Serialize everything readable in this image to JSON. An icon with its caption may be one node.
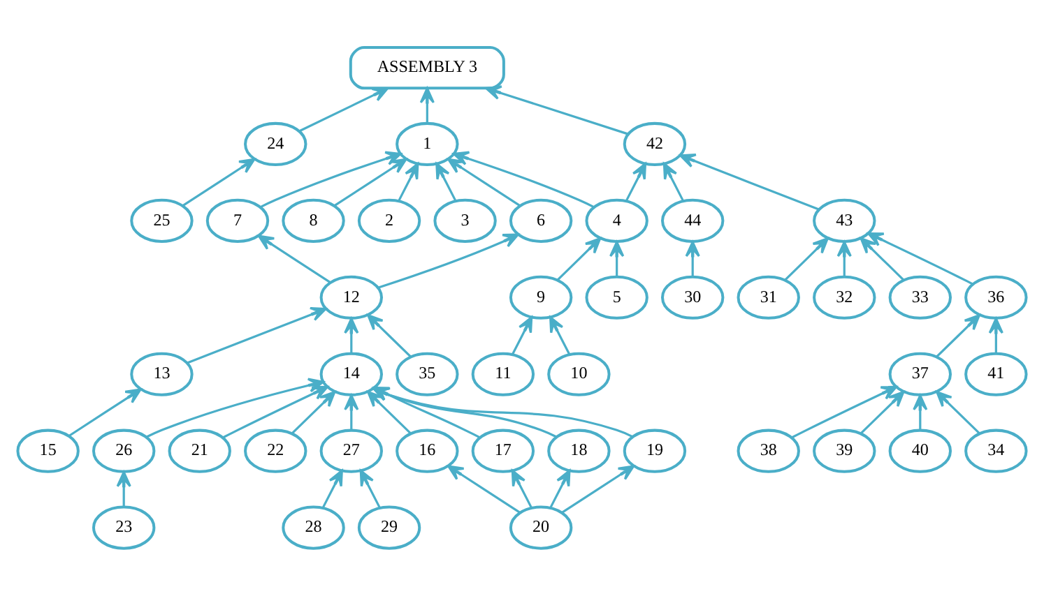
{
  "diagram": {
    "nodes": [
      {
        "text": [
          "ASSEMBLY 3"
        ]
      },
      {
        "text": [
          "24"
        ]
      },
      {
        "text": [
          "1"
        ]
      },
      {
        "text": [
          "42"
        ]
      },
      {
        "text": [
          "25"
        ]
      },
      {
        "text": [
          "8"
        ]
      },
      {
        "text": [
          "2"
        ]
      },
      {
        "text": [
          "3"
        ]
      },
      {
        "text": [
          "7"
        ]
      },
      {
        "text": [
          "6"
        ]
      },
      {
        "text": [
          "4"
        ]
      },
      {
        "text": [
          "43"
        ]
      },
      {
        "text": [
          "44"
        ]
      },
      {
        "text": [
          "12"
        ]
      },
      {
        "text": [
          "5"
        ]
      },
      {
        "text": [
          "9"
        ]
      },
      {
        "text": [
          "31"
        ]
      },
      {
        "text": [
          "32"
        ]
      },
      {
        "text": [
          "33"
        ]
      },
      {
        "text": [
          "36"
        ]
      },
      {
        "text": [
          "30"
        ]
      },
      {
        "text": [
          "35"
        ]
      },
      {
        "text": [
          "13"
        ]
      },
      {
        "text": [
          "14"
        ]
      },
      {
        "text": [
          "10"
        ]
      },
      {
        "text": [
          "11"
        ]
      },
      {
        "text": [
          "41"
        ]
      },
      {
        "text": [
          "37"
        ]
      },
      {
        "text": [
          "15"
        ]
      },
      {
        "text": [
          "26"
        ]
      },
      {
        "text": [
          "27"
        ]
      },
      {
        "text": [
          "16"
        ]
      },
      {
        "text": [
          "17"
        ]
      },
      {
        "text": [
          "18"
        ]
      },
      {
        "text": [
          "19"
        ]
      },
      {
        "text": [
          "21"
        ]
      },
      {
        "text": [
          "22"
        ]
      },
      {
        "text": [
          "34"
        ]
      },
      {
        "text": [
          "38"
        ]
      },
      {
        "text": [
          "39"
        ]
      },
      {
        "text": [
          "40"
        ]
      },
      {
        "text": [
          "23"
        ]
      },
      {
        "text": [
          "28"
        ]
      },
      {
        "text": [
          "29"
        ]
      },
      {
        "text": [
          "20"
        ]
      }
    ],
    "edges": [
      {
        "from": 1,
        "to": 0,
        "arrow": "to"
      },
      {
        "from": 2,
        "to": 0,
        "arrow": "to"
      },
      {
        "from": 3,
        "to": 0,
        "arrow": "to"
      },
      {
        "from": 4,
        "to": 1,
        "arrow": "to"
      },
      {
        "from": 5,
        "to": 2,
        "arrow": "to"
      },
      {
        "from": 6,
        "to": 2,
        "arrow": "to"
      },
      {
        "from": 7,
        "to": 2,
        "arrow": "to"
      },
      {
        "from": 8,
        "to": 2,
        "arrow": "to"
      },
      {
        "from": 9,
        "to": 2,
        "arrow": "to"
      },
      {
        "from": 10,
        "to": 2,
        "arrow": "to"
      },
      {
        "from": 10,
        "to": 3,
        "arrow": "to"
      },
      {
        "from": 11,
        "to": 3,
        "arrow": "to"
      },
      {
        "from": 12,
        "to": 3,
        "arrow": "to"
      },
      {
        "from": 13,
        "to": 8,
        "arrow": "to"
      },
      {
        "from": 13,
        "to": 9,
        "arrow": "to"
      },
      {
        "from": 14,
        "to": 10,
        "arrow": "to"
      },
      {
        "from": 15,
        "to": 10,
        "arrow": "to"
      },
      {
        "from": 16,
        "to": 11,
        "arrow": "to"
      },
      {
        "from": 17,
        "to": 11,
        "arrow": "to"
      },
      {
        "from": 18,
        "to": 11,
        "arrow": "to"
      },
      {
        "from": 19,
        "to": 11,
        "arrow": "to"
      },
      {
        "from": 20,
        "to": 12,
        "arrow": "to"
      },
      {
        "from": 21,
        "to": 13,
        "arrow": "to"
      },
      {
        "from": 22,
        "to": 13,
        "arrow": "to"
      },
      {
        "from": 23,
        "to": 13,
        "arrow": "to"
      },
      {
        "from": 24,
        "to": 15,
        "arrow": "to"
      },
      {
        "from": 25,
        "to": 15,
        "arrow": "to"
      },
      {
        "from": 26,
        "to": 19,
        "arrow": "to"
      },
      {
        "from": 27,
        "to": 19,
        "arrow": "to"
      },
      {
        "from": 28,
        "to": 22,
        "arrow": "to"
      },
      {
        "from": 29,
        "to": 23,
        "arrow": "to"
      },
      {
        "from": 30,
        "to": 23,
        "arrow": "to"
      },
      {
        "from": 31,
        "to": 23,
        "arrow": "to"
      },
      {
        "from": 32,
        "to": 23,
        "arrow": "to"
      },
      {
        "from": 33,
        "to": 23,
        "arrow": "to"
      },
      {
        "from": 34,
        "to": 23,
        "arrow": "to"
      },
      {
        "from": 35,
        "to": 23,
        "arrow": "to"
      },
      {
        "from": 36,
        "to": 23,
        "arrow": "to"
      },
      {
        "from": 37,
        "to": 27,
        "arrow": "to"
      },
      {
        "from": 38,
        "to": 27,
        "arrow": "to"
      },
      {
        "from": 39,
        "to": 27,
        "arrow": "to"
      },
      {
        "from": 40,
        "to": 27,
        "arrow": "to"
      },
      {
        "from": 41,
        "to": 29,
        "arrow": "to"
      },
      {
        "from": 42,
        "to": 30,
        "arrow": "to"
      },
      {
        "from": 43,
        "to": 30,
        "arrow": "to"
      },
      {
        "from": 44,
        "to": 31,
        "arrow": "to"
      },
      {
        "from": 44,
        "to": 32,
        "arrow": "to"
      },
      {
        "from": 44,
        "to": 33,
        "arrow": "to"
      },
      {
        "from": 44,
        "to": 34,
        "arrow": "to"
      }
    ]
  }
}
